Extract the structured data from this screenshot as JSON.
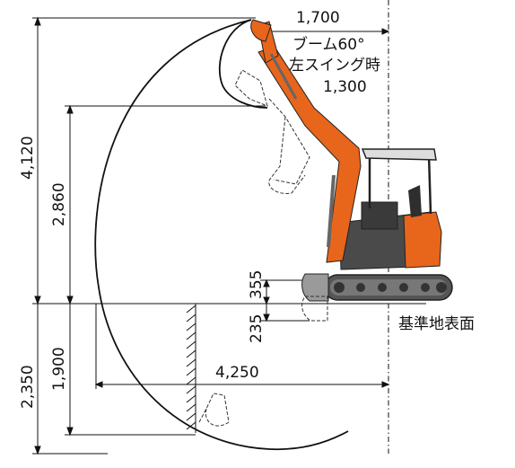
{
  "dimensions": {
    "top_reach": "1,700",
    "swing_offset": "1,300",
    "max_dig_height": "4,120",
    "max_dump_height": "2,860",
    "blade_lift": "355",
    "blade_drop": "235",
    "max_dig_depth": "2,350",
    "vertical_wall_depth": "1,900",
    "min_swing_radius": "4,250"
  },
  "labels": {
    "boom_line1": "ブーム60°",
    "boom_line2": "左スイング時",
    "ground": "基準地表面"
  },
  "colors": {
    "machine_orange": "#e8651c",
    "machine_dark": "#4a4a4a",
    "track": "#555555",
    "line": "#111111"
  }
}
